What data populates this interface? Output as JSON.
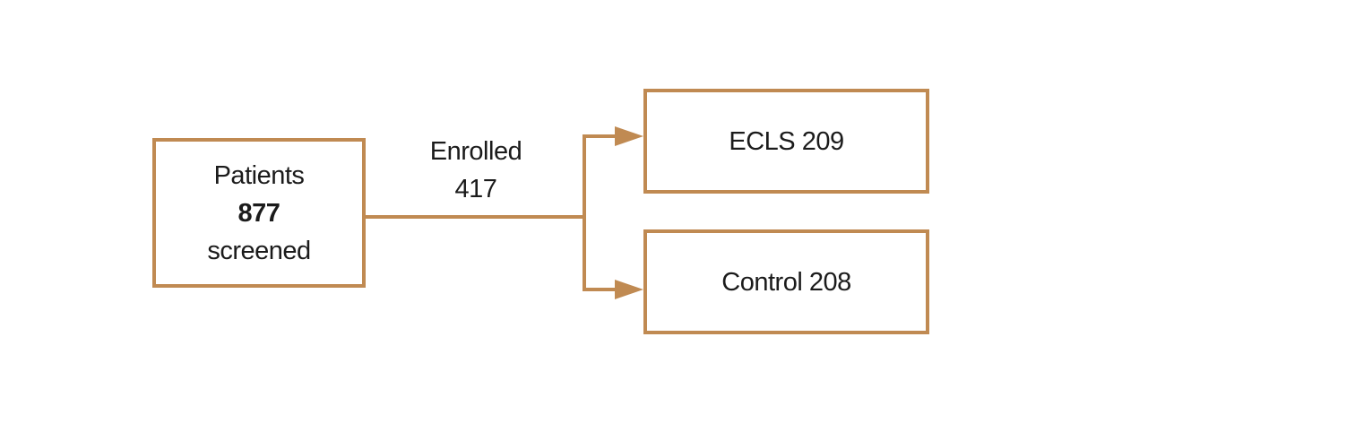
{
  "flowchart": {
    "colors": {
      "connector": "#C08A52",
      "text": "#1B1B1B",
      "background": "#FFFFFF"
    },
    "nodes": {
      "screened": {
        "title": "Patients",
        "count": "877",
        "subtitle": "screened"
      },
      "ecls": {
        "label": "ECLS 209"
      },
      "control": {
        "label": "Control 208"
      }
    },
    "edge_label": {
      "text": "Enrolled",
      "count": "417"
    }
  }
}
